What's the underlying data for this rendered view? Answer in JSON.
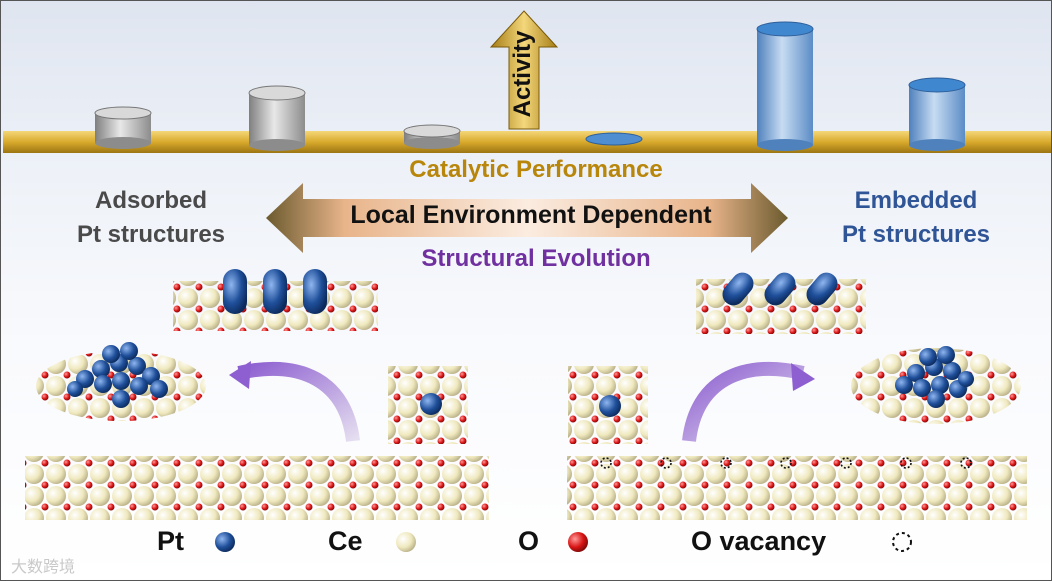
{
  "labels": {
    "activity": "Activity",
    "catalytic": "Catalytic Performance",
    "local": "Local Environment Dependent",
    "structural": "Structural Evolution",
    "adsorbed_line1": "Adsorbed",
    "adsorbed_line2": "Pt structures",
    "embedded_line1": "Embedded",
    "embedded_line2": "Pt structures"
  },
  "legend": [
    {
      "label": "Pt",
      "color": "#1f4f9a"
    },
    {
      "label": "Ce",
      "color": "#efe8bd"
    },
    {
      "label": "O",
      "color": "#d81414"
    },
    {
      "label": "O vacancy",
      "color": "none"
    }
  ],
  "watermark": "大数跨境",
  "colors": {
    "gold": "#c99a1a",
    "grey_cylinder": "#a9a9a9",
    "blue_cylinder": "#6fa3d6",
    "platinum": "#1f4f9a",
    "ceria": "#efe8bd",
    "oxygen": "#d81414"
  }
}
